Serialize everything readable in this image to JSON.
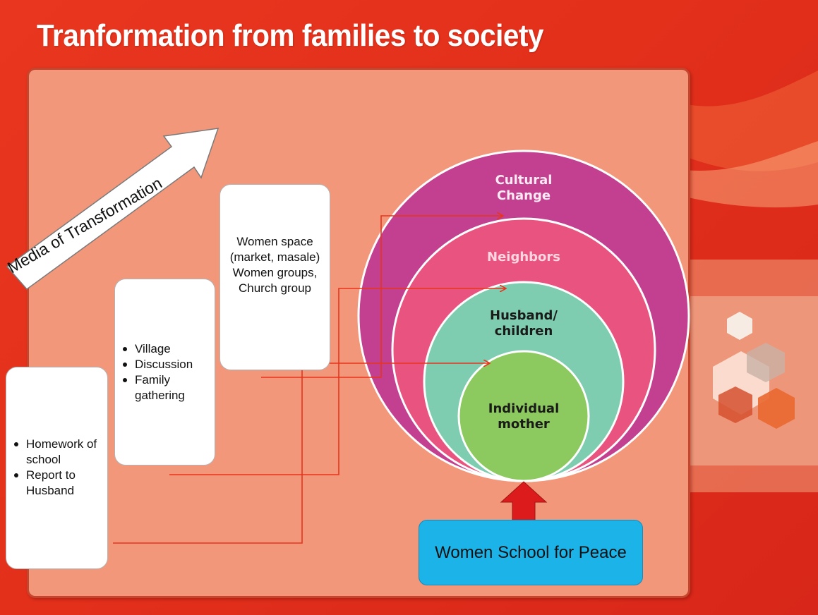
{
  "title": "Tranformation from families to society",
  "media_label": "Media of Transformation",
  "boxes": {
    "school_home": {
      "items": [
        "Homework of school",
        "Report to Husband"
      ]
    },
    "village": {
      "items": [
        "Village",
        "Discussion",
        "Family gathering"
      ]
    },
    "women_space": {
      "lines": [
        "Women space",
        "(market, masale)",
        "Women groups,",
        "Church group"
      ]
    }
  },
  "circles": {
    "outer": {
      "lines": [
        "Cultural",
        "Change"
      ],
      "color": "#c2408f"
    },
    "second": {
      "lines": [
        "Neighbors"
      ],
      "color": "#e9537f"
    },
    "third": {
      "lines": [
        "Husband/",
        "children"
      ],
      "color": "#7ecdb0"
    },
    "inner": {
      "lines": [
        "Individual",
        "mother"
      ],
      "color": "#8cc95e"
    }
  },
  "school": {
    "label": "Women School for Peace"
  },
  "colors": {
    "background": "#e2301b",
    "panel": "#f2977a",
    "connector": "#e8341c",
    "up_arrow": "#dc1c1c"
  }
}
